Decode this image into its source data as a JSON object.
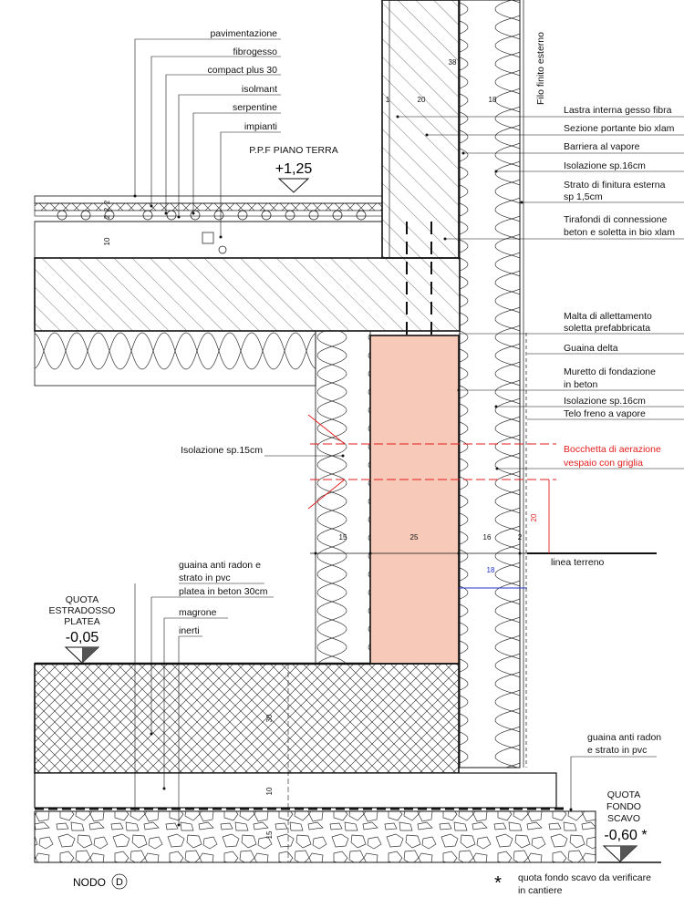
{
  "left_labels": [
    {
      "id": "pavimentazione",
      "text": "pavimentazione"
    },
    {
      "id": "fibrogesso",
      "text": "fibrogesso"
    },
    {
      "id": "compact",
      "text": "compact plus 30"
    },
    {
      "id": "isolmant",
      "text": "isolmant"
    },
    {
      "id": "serpentine",
      "text": "serpentine"
    },
    {
      "id": "impianti",
      "text": "impianti"
    }
  ],
  "ppf": {
    "title": "P.P.F PIANO TERRA",
    "value": "+1,25"
  },
  "right_labels": {
    "filo": "Filo finito esterno",
    "lastra": "Lastra interna gesso fibra",
    "sezione": "Sezione portante bio xlam",
    "barriera": "Barriera al vapore",
    "isol16a": "Isolazione sp.16cm",
    "strato1": "Strato di finitura esterna",
    "strato2": "sp 1,5cm",
    "tira1": "Tirafondi di connessione",
    "tira2": "beton e soletta in bio xlam",
    "malta1": "Malta di allettamento",
    "malta2": "soletta prefabbricata",
    "guaina": "Guaina delta",
    "muretto1": "Muretto di fondazione",
    "muretto2": "in beton",
    "isol16b": "Isolazione sp.16cm",
    "telo": "Telo freno a vapore",
    "bocchetta1": "Bocchetta di aerazione",
    "bocchetta2": "vespaio con griglia",
    "linea": "linea terreno"
  },
  "isol15": "Isolazione sp.15cm",
  "lower_labels": {
    "guaina1": "guaina anti radon e",
    "guaina2": "strato in pvc",
    "platea": "platea in beton 30cm",
    "magrone": "magrone",
    "inerti": "inerti"
  },
  "quota_estradosso": {
    "l1": "QUOTA",
    "l2": "ESTRADOSSO",
    "l3": "PLATEA",
    "value": "-0,05"
  },
  "bottom_right": {
    "guaina1": "guaina anti radon",
    "guaina2": "e strato in pvc",
    "q1": "QUOTA",
    "q2": "FONDO",
    "q3": "SCAVO",
    "value": "-0,60 *",
    "note1": "quota fondo scavo da verificare",
    "note2": "in cantiere",
    "star": "*"
  },
  "nodo": {
    "text": "NODO",
    "letter": "D"
  },
  "dims": {
    "d38": "38",
    "d1": "1",
    "d20": "20",
    "d18": "18",
    "d2a": "2",
    "d2b": "2",
    "d2c": "2",
    "d10": "10",
    "d15": "15",
    "d25": "25",
    "d16": "16",
    "d2": "2",
    "d18b": "18",
    "d20r": "20",
    "d30": "30",
    "d10b": "10",
    "d15b": "15"
  }
}
